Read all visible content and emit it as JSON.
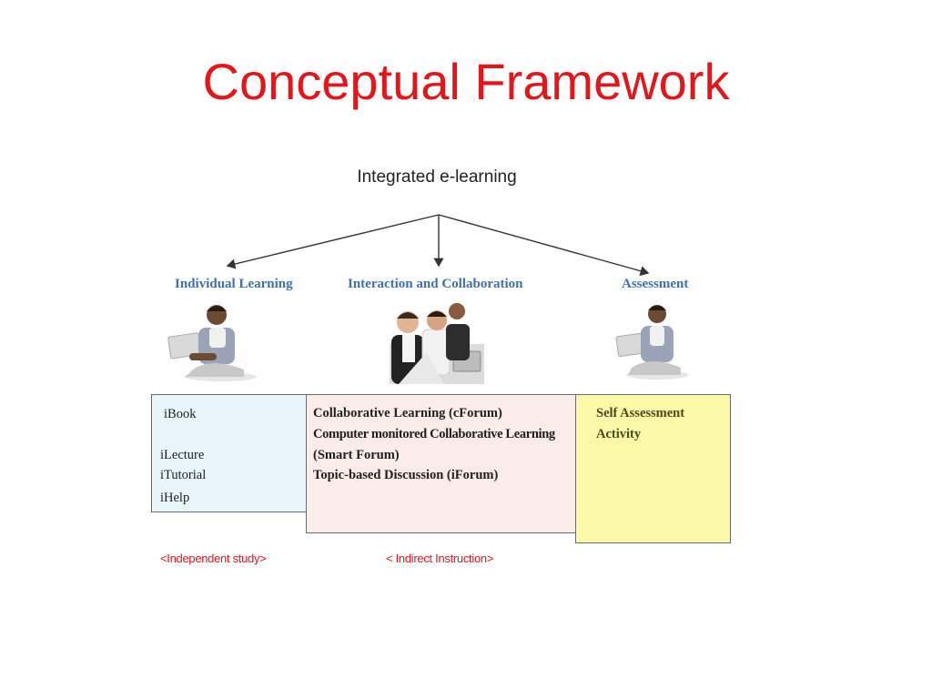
{
  "slide": {
    "title": "Conceptual Framework"
  },
  "diagram": {
    "root": "Integrated e-learning",
    "branches": [
      {
        "label": "Individual Learning"
      },
      {
        "label": "Interaction and Collaboration"
      },
      {
        "label": "Assessment"
      }
    ],
    "individual_items": [
      "iBook",
      "iLecture",
      "iTutorial",
      "iHelp"
    ],
    "interaction_items": [
      "Collaborative Learning (cForum)",
      "Computer monitored Collaborative Learning",
      "(Smart Forum)",
      "Topic-based Discussion (iForum)"
    ],
    "assessment_items": [
      "Self Assessment",
      "Activity"
    ],
    "footnotes": [
      "<Independent study>",
      "< Indirect Instruction>"
    ],
    "colors": {
      "title": "#e3161b",
      "branch_label": "#3f6fb1",
      "individual_box": "#e8f6fb",
      "interaction_box": "#fbecea",
      "assessment_box": "#fbf8a8",
      "footnote": "#e3161b"
    }
  }
}
